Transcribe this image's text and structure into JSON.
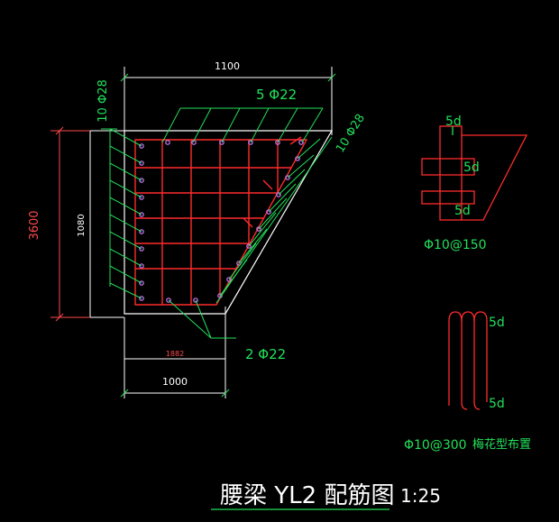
{
  "title": {
    "main": "腰梁 YL2 配筋图",
    "scale": "1:25"
  },
  "dimensions": {
    "top_width": "1100",
    "left_total": "3600",
    "left_inner": "1080",
    "bottom_inner": "1882",
    "bottom_width": "1000"
  },
  "rebar": {
    "top_bars": "5 Φ22",
    "left_bars": "10 Φ28",
    "right_bars": "10 Φ28",
    "bottom_bars": "2 Φ22"
  },
  "details": {
    "stirrup_label": "Φ10@150",
    "stirrup_5d_top": "5d",
    "stirrup_5d_mid": "5d",
    "stirrup_5d_bot": "5d",
    "tie_label": "Φ10@300",
    "tie_note": "梅花型布置",
    "tie_5d_top": "5d",
    "tie_5d_bot": "5d"
  },
  "colors": {
    "outline": "#ffffff",
    "rebar": "#ff2b2b",
    "leader": "#22e05a",
    "bar_dot": "#d07bff",
    "dim_red": "#ff4a4a"
  }
}
